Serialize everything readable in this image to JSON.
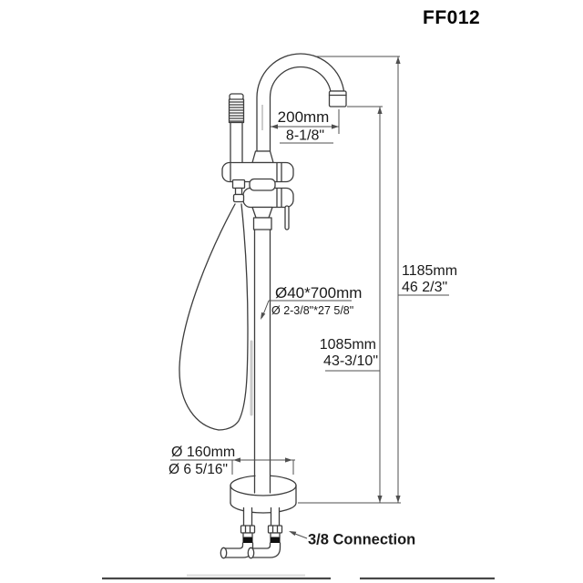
{
  "model": "FF012",
  "dimensions": {
    "spout_reach": {
      "metric": "200mm",
      "imperial": "8-1/8\""
    },
    "overall_height": {
      "metric": "1185mm",
      "imperial": "46 2/3\""
    },
    "outlet_height": {
      "metric": "1085mm",
      "imperial": "43-3/10\""
    },
    "riser": {
      "metric": "Ø40*700mm",
      "imperial": "Ø 2-3/8\"*27 5/8\""
    },
    "base": {
      "metric": "Ø 160mm",
      "imperial": "Ø 6 5/16\""
    },
    "connection": {
      "label": "3/8 Connection"
    }
  },
  "colors": {
    "background": "#ffffff",
    "line": "#3d3d3d",
    "dimension_line": "#4f4f4f",
    "text": "#1a1a1a",
    "fitting_band": "#101010"
  }
}
